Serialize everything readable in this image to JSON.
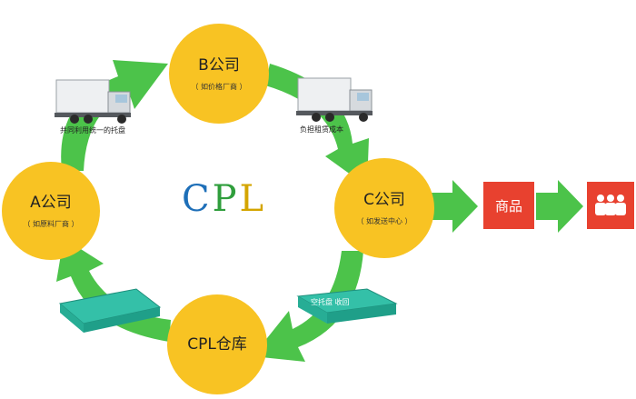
{
  "logo": {
    "c": "C",
    "p": "P",
    "l": "L"
  },
  "nodes": {
    "b": {
      "title": "B公司",
      "sub": "（ 如价格厂商 ）"
    },
    "a": {
      "title": "A公司",
      "sub": "（ 如原料厂商 ）"
    },
    "c": {
      "title": "C公司",
      "sub": "（ 如发送中心 ）"
    },
    "cpl": {
      "title": "CPL仓库"
    }
  },
  "captions": {
    "shared_pallet": "共同利用统一的托盘",
    "rent": "负担租赁成本",
    "empty_return": "空托盘 收回"
  },
  "goods": {
    "label": "商品"
  },
  "colors": {
    "node": "#f8c323",
    "arrow": "#4cc34a",
    "red": "#e8412f"
  }
}
